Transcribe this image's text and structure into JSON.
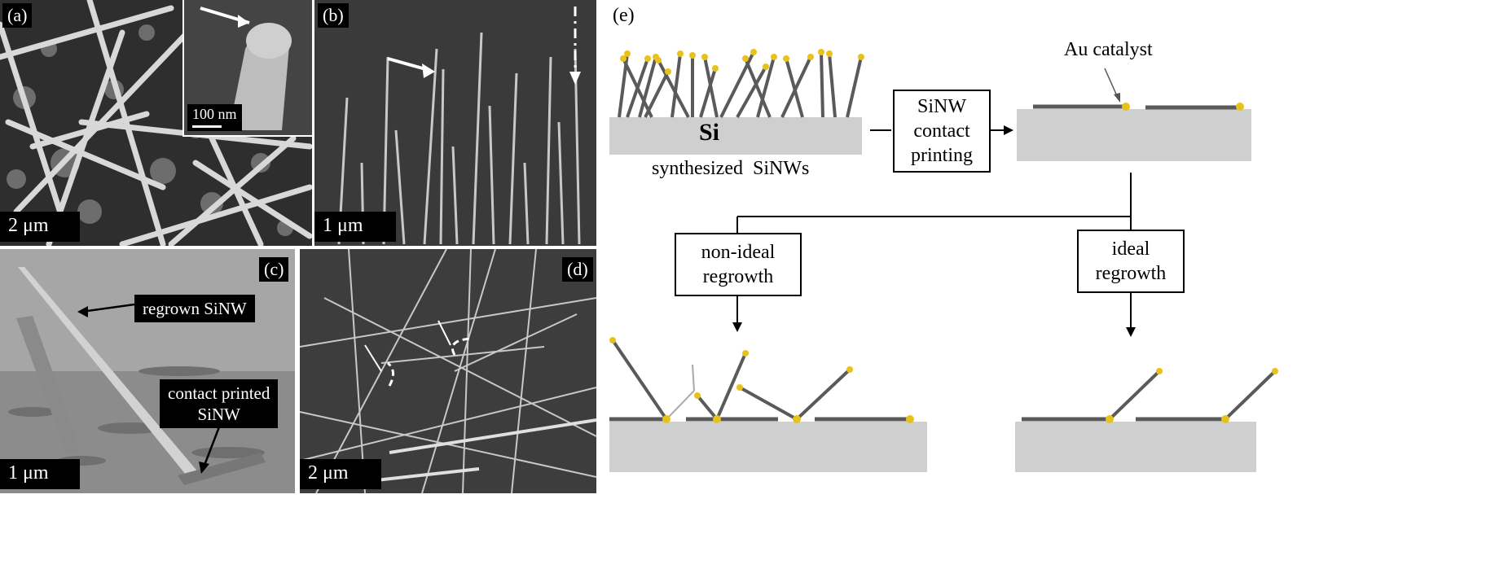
{
  "panels": {
    "a": {
      "label": "(a)",
      "scale": "2 μm",
      "inset_scale": "100 nm"
    },
    "b": {
      "label": "(b)",
      "scale": "1 μm"
    },
    "c": {
      "label": "(c)",
      "scale": "1 μm",
      "callout_regrown": "regrown SiNW",
      "callout_printed_line1": "contact printed",
      "callout_printed_line2": "SiNW"
    },
    "d": {
      "label": "(d)",
      "scale": "2 μm"
    }
  },
  "schematic": {
    "label": "(e)",
    "substrate_label": "Si",
    "caption_synthesized": "synthesized  SiNWs",
    "box_contact_printing": [
      "SiNW",
      "contact",
      "printing"
    ],
    "au_catalyst": "Au catalyst",
    "box_nonideal": [
      "non-ideal",
      "regrowth"
    ],
    "box_ideal": [
      "ideal",
      "regrowth"
    ]
  },
  "colors": {
    "substrate": "#cfcfcf",
    "wire": "#5a5a5a",
    "catalyst": "#e8c21c",
    "label_bg": "#000000"
  }
}
